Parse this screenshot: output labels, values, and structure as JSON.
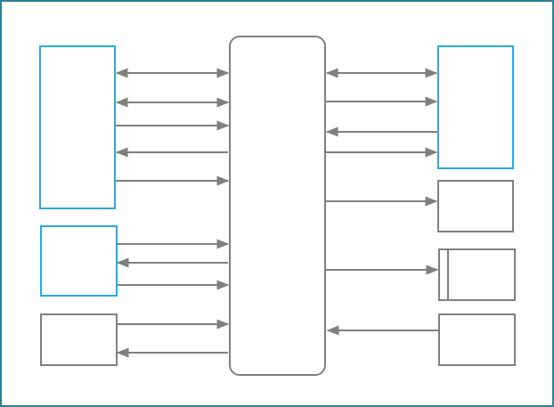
{
  "diagram": {
    "frame_color": "#2e7d96",
    "highlight_color": "#29a9e0",
    "neutral_color": "#7f7f7f",
    "boxes": [
      {
        "id": "left-top-box",
        "style": "highlight"
      },
      {
        "id": "left-middle-box",
        "style": "highlight"
      },
      {
        "id": "left-bottom-box",
        "style": "neutral"
      },
      {
        "id": "central-hub",
        "style": "neutral",
        "rounded": true
      },
      {
        "id": "right-top-box",
        "style": "highlight"
      },
      {
        "id": "right-box-2",
        "style": "neutral"
      },
      {
        "id": "right-box-3",
        "style": "neutral",
        "left_bar": true
      },
      {
        "id": "right-bottom-box",
        "style": "neutral"
      }
    ],
    "connectors": [
      {
        "id": "lt-1",
        "from": "left-top-box",
        "to": "central-hub",
        "direction": "both"
      },
      {
        "id": "lt-2",
        "from": "left-top-box",
        "to": "central-hub",
        "direction": "both"
      },
      {
        "id": "lt-3",
        "from": "left-top-box",
        "to": "central-hub",
        "direction": "to-hub"
      },
      {
        "id": "lt-4",
        "from": "central-hub",
        "to": "left-top-box",
        "direction": "from-hub"
      },
      {
        "id": "lt-5",
        "from": "left-top-box",
        "to": "central-hub",
        "direction": "to-hub"
      },
      {
        "id": "lm-1",
        "from": "left-middle-box",
        "to": "central-hub",
        "direction": "to-hub"
      },
      {
        "id": "lm-2",
        "from": "central-hub",
        "to": "left-middle-box",
        "direction": "from-hub"
      },
      {
        "id": "lm-3",
        "from": "left-middle-box",
        "to": "central-hub",
        "direction": "to-hub"
      },
      {
        "id": "lb-1",
        "from": "left-bottom-box",
        "to": "central-hub",
        "direction": "to-hub"
      },
      {
        "id": "lb-2",
        "from": "central-hub",
        "to": "left-bottom-box",
        "direction": "from-hub"
      },
      {
        "id": "rt-1",
        "from": "central-hub",
        "to": "right-top-box",
        "direction": "both"
      },
      {
        "id": "rt-2",
        "from": "central-hub",
        "to": "right-top-box",
        "direction": "from-hub"
      },
      {
        "id": "rt-3",
        "from": "right-top-box",
        "to": "central-hub",
        "direction": "to-hub"
      },
      {
        "id": "rt-4",
        "from": "central-hub",
        "to": "right-top-box",
        "direction": "from-hub"
      },
      {
        "id": "r2-1",
        "from": "central-hub",
        "to": "right-box-2",
        "direction": "from-hub"
      },
      {
        "id": "r3-1",
        "from": "central-hub",
        "to": "right-box-3",
        "direction": "from-hub"
      },
      {
        "id": "rb-1",
        "from": "right-bottom-box",
        "to": "central-hub",
        "direction": "to-hub"
      }
    ]
  }
}
